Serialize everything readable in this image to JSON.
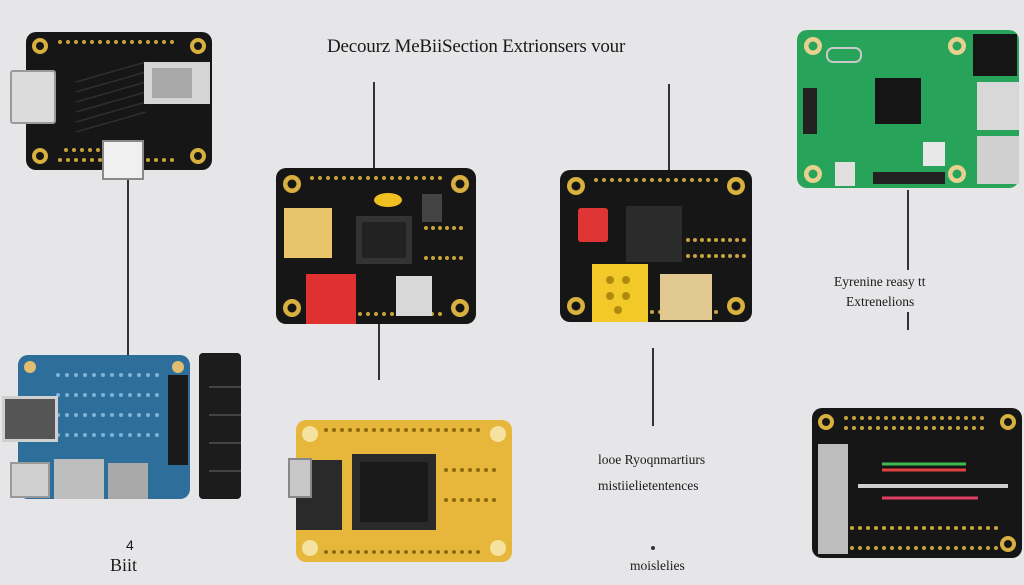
{
  "title": "Decourz MeBiiSection Extrionsers vour",
  "labels": {
    "right_top_1": "Eyrenine reasy tt",
    "right_top_2": "Extrenelions",
    "middle_1": "looe Ryoqnmartiurs",
    "middle_2": "mistiielietentences",
    "bottom_center": "moislelies",
    "bottom_left_1": "4",
    "bottom_left_2": "Biit"
  },
  "colors": {
    "background": "#e6e6e8",
    "black_board": "#161616",
    "green_board": "#27a35a",
    "blue_board": "#2d6e9a",
    "yellow_board": "#e6b73a",
    "gold_pad": "#d8b040"
  },
  "icons": {
    "chip": "chip-icon",
    "usb": "usb-port-icon"
  }
}
